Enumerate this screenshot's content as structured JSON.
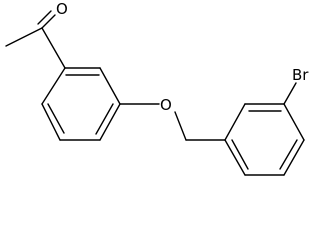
{
  "atoms": {
    "oxygen_carbonyl": "O",
    "oxygen_ether": "O",
    "bromine": "Br"
  },
  "colors": {
    "background": "#ffffff",
    "bond": "#000000",
    "label": "#000000"
  }
}
